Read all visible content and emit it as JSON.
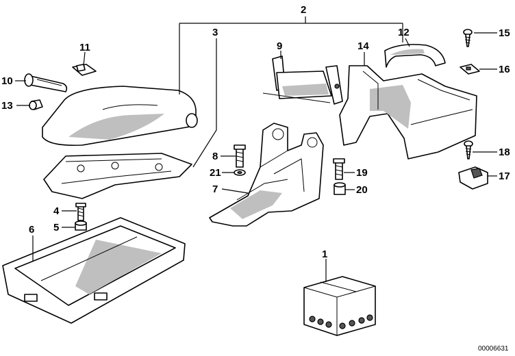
{
  "callouts": [
    {
      "id": "1",
      "label": "1"
    },
    {
      "id": "2",
      "label": "2"
    },
    {
      "id": "3",
      "label": "3"
    },
    {
      "id": "4",
      "label": "4"
    },
    {
      "id": "5",
      "label": "5"
    },
    {
      "id": "6",
      "label": "6"
    },
    {
      "id": "7",
      "label": "7"
    },
    {
      "id": "8",
      "label": "8"
    },
    {
      "id": "9",
      "label": "9"
    },
    {
      "id": "10",
      "label": "10"
    },
    {
      "id": "11",
      "label": "11"
    },
    {
      "id": "12",
      "label": "12"
    },
    {
      "id": "13",
      "label": "13"
    },
    {
      "id": "14",
      "label": "14"
    },
    {
      "id": "15",
      "label": "15"
    },
    {
      "id": "16",
      "label": "16"
    },
    {
      "id": "17",
      "label": "17"
    },
    {
      "id": "18",
      "label": "18"
    },
    {
      "id": "19",
      "label": "19"
    },
    {
      "id": "20",
      "label": "20"
    },
    {
      "id": "21",
      "label": "21"
    }
  ],
  "document_number": "00006631"
}
